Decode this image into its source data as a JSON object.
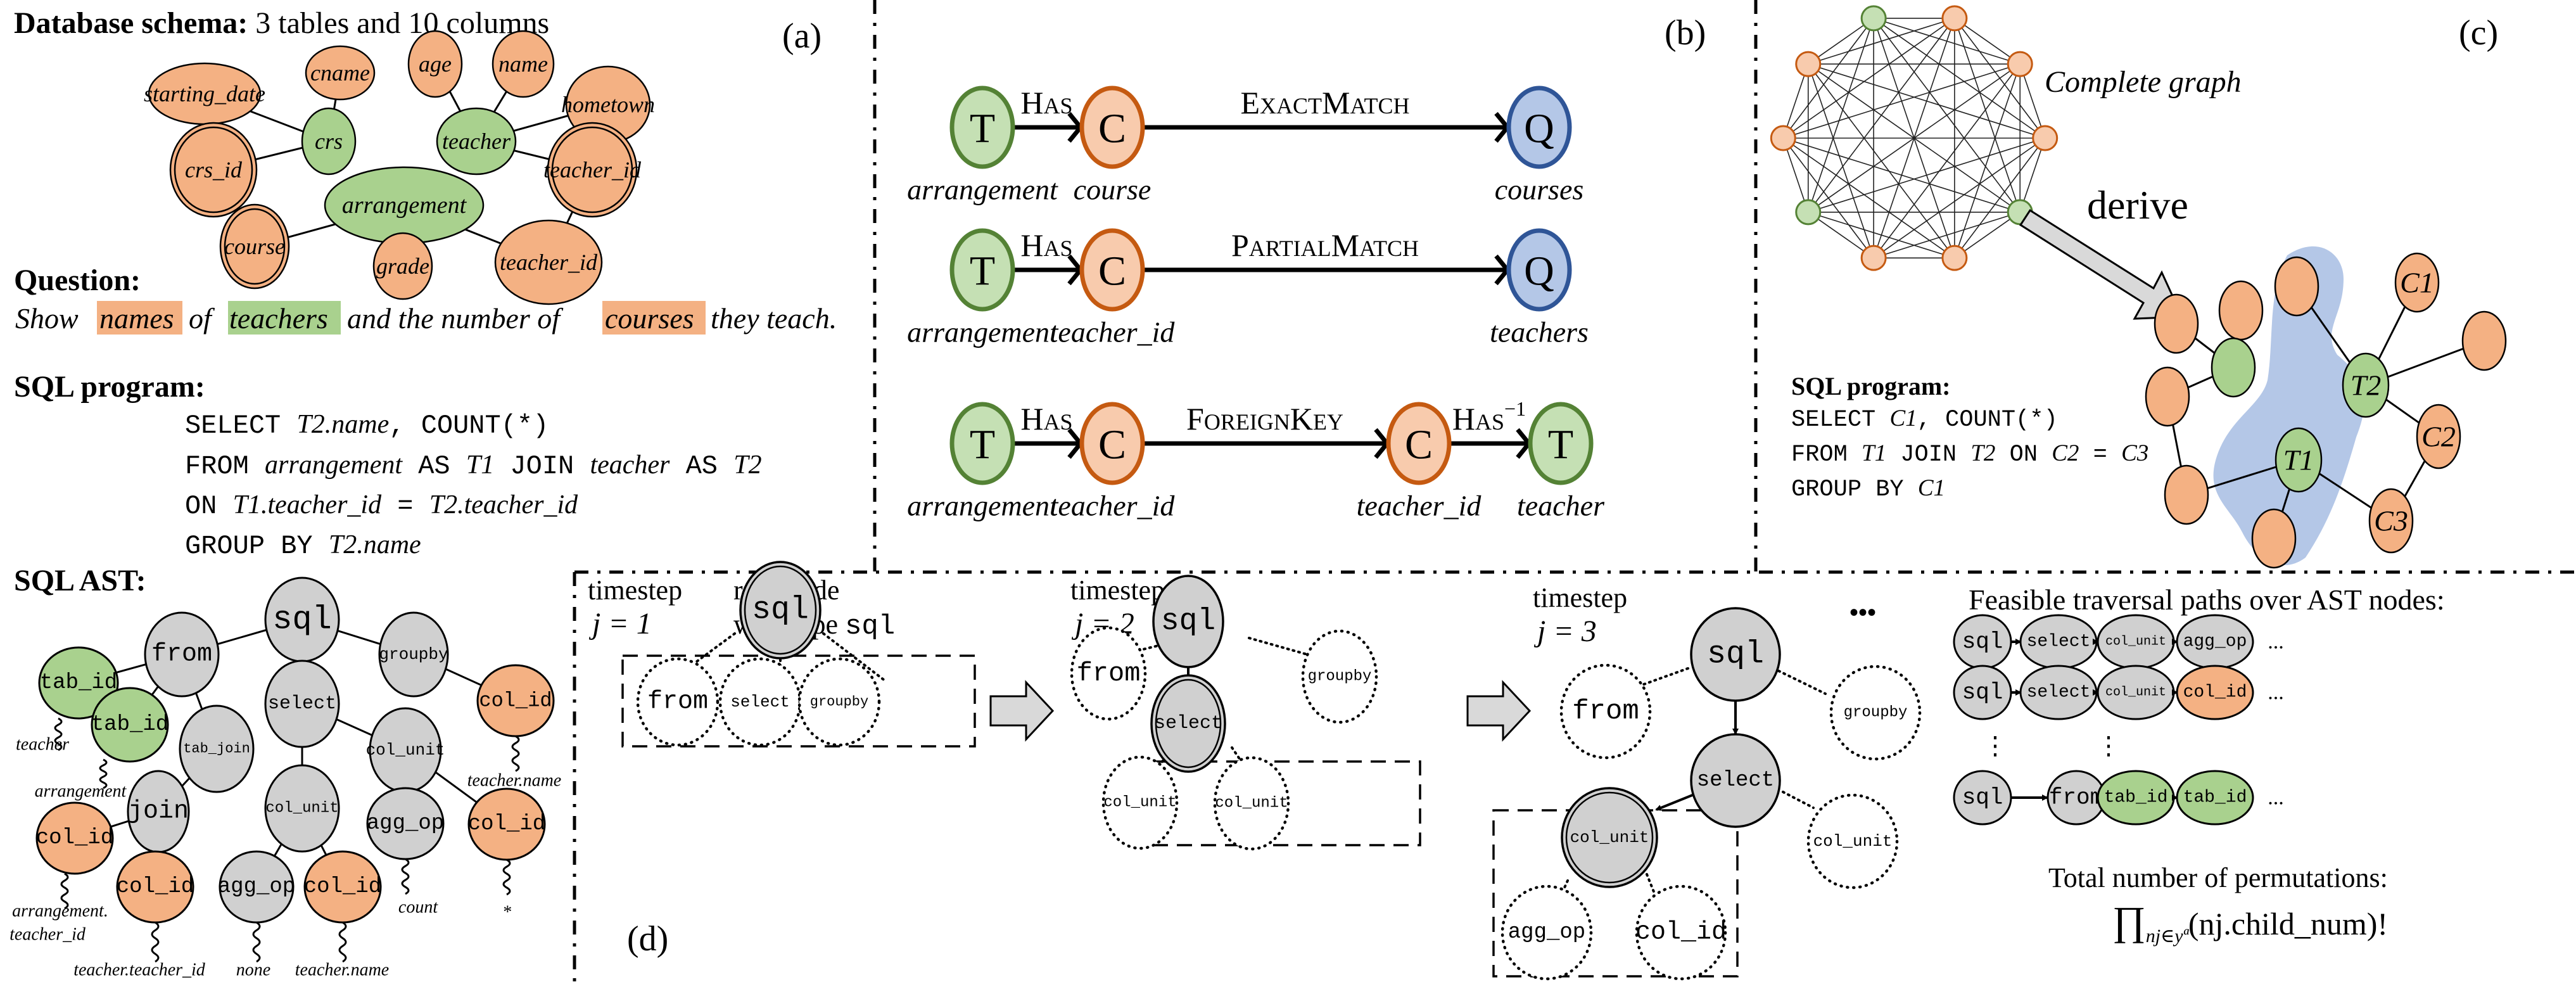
{
  "colors": {
    "column_fill": "#f4b183",
    "table_fill": "#a9d18e",
    "question_fill": "#b4c7e7",
    "ast_fill": "#d0d0d0",
    "t_stroke": "#548235",
    "c_stroke": "#c55a11",
    "q_stroke": "#2f5597",
    "t_light": "#c5e0b4",
    "c_light": "#f8cbad",
    "highlight_blue": "#b4c7e7"
  },
  "panel_a": {
    "label": "(a)",
    "schema_title_bold": "Database schema:",
    "schema_title_rest": " 3 tables and 10 columns",
    "schema_nodes": {
      "starting_date": "starting_date",
      "cname": "cname",
      "crs": "crs",
      "age": "age",
      "name": "name",
      "hometown": "hometown",
      "teacher": "teacher",
      "crs_id": "crs_id",
      "teacher_id_pk": "teacher_id",
      "arrangement": "arrangement",
      "course": "course",
      "grade": "grade",
      "teacher_id_fk": "teacher_id"
    },
    "question_title": "Question:",
    "question": {
      "w1": "Show",
      "h1": "names",
      "w2": "of",
      "h2": "teachers",
      "w3": "and the number of",
      "h3": "courses",
      "w4": "they teach."
    },
    "sql_title": "SQL program:",
    "sql": {
      "l1_kw1": "SELECT ",
      "l1_it1": "T2.name",
      "l1_kw2": ", COUNT(*)",
      "l2_kw1": "FROM ",
      "l2_it1": "arrangement",
      "l2_kw2": " AS ",
      "l2_it2": "T1",
      "l2_kw3": " JOIN ",
      "l2_it3": "teacher",
      "l2_kw4": " AS ",
      "l2_it4": "T2",
      "l3_kw1": "ON ",
      "l3_it1": "T1.teacher_id",
      "l3_kw2": " = ",
      "l3_it2": "T2.teacher_id",
      "l4_kw1": "GROUP BY ",
      "l4_it1": "T2.name"
    },
    "ast_title": "SQL AST:",
    "ast_nodes": {
      "sql": "sql",
      "from": "from",
      "groupby": "groupby",
      "tab_id_1": "tab_id",
      "tab_id_2": "tab_id",
      "tab_join": "tab_join",
      "select": "select",
      "col_unit_r": "col_unit",
      "col_id_g": "col_id",
      "join": "join",
      "col_unit_m": "col_unit",
      "agg_op_r": "agg_op",
      "col_id_r": "col_id",
      "col_id_j1": "col_id",
      "col_id_j2": "col_id",
      "agg_op_m": "agg_op",
      "col_id_m": "col_id"
    },
    "ast_values": {
      "teacher": "teacher",
      "arrangement": "arrangement",
      "arr_teacher_id_1": "arrangement.",
      "arr_teacher_id_2": "teacher_id",
      "teacher_teacher_id": "teacher.teacher_id",
      "none": "none",
      "teacher_name_m": "teacher.name",
      "count": "count",
      "star": "*",
      "teacher_name_g": "teacher.name"
    }
  },
  "panel_b": {
    "label": "(b)",
    "rows": [
      {
        "nodes": [
          {
            "letter": "T",
            "kind": "table",
            "caption": "arrangement"
          },
          {
            "letter": "C",
            "kind": "column",
            "caption": "course"
          },
          {
            "letter": "Q",
            "kind": "question",
            "caption": "courses"
          }
        ],
        "edges": [
          {
            "big": "H",
            "small": "AS",
            "sup": ""
          },
          {
            "big": "E",
            "small": "XACT",
            "big2": "M",
            "small2": "ATCH",
            "sup": ""
          }
        ]
      },
      {
        "nodes": [
          {
            "letter": "T",
            "kind": "table",
            "caption": "arrangement"
          },
          {
            "letter": "C",
            "kind": "column",
            "caption": "teacher_id"
          },
          {
            "letter": "Q",
            "kind": "question",
            "caption": "teachers"
          }
        ],
        "edges": [
          {
            "big": "H",
            "small": "AS",
            "sup": ""
          },
          {
            "big": "P",
            "small": "ARTIAL",
            "big2": "M",
            "small2": "ATCH",
            "sup": ""
          }
        ]
      },
      {
        "nodes": [
          {
            "letter": "T",
            "kind": "table",
            "caption": "arrangement"
          },
          {
            "letter": "C",
            "kind": "column",
            "caption": "teacher_id"
          },
          {
            "letter": "C",
            "kind": "column",
            "caption": "teacher_id"
          },
          {
            "letter": "T",
            "kind": "table",
            "caption": "teacher"
          }
        ],
        "edges": [
          {
            "big": "H",
            "small": "AS",
            "sup": ""
          },
          {
            "big": "F",
            "small": "OREIGN",
            "big2": "K",
            "small2": "EY",
            "sup": ""
          },
          {
            "big": "H",
            "small": "AS",
            "sup": "−1"
          }
        ]
      }
    ]
  },
  "panel_c": {
    "label": "(c)",
    "complete_graph_label": "Complete graph",
    "derive_label": "derive",
    "sql_title": "SQL program:",
    "sql": {
      "l1_kw1": "SELECT ",
      "l1_it1": "C1",
      "l1_kw2": ", COUNT(*)",
      "l2_kw1": "FROM ",
      "l2_it1": "T1",
      "l2_kw2": " JOIN ",
      "l2_it2": "T2",
      "l2_kw3": " ON ",
      "l2_it3": "C2",
      "l2_kw4": " = ",
      "l2_it4": "C3",
      "l3_kw1": "GROUP BY ",
      "l3_it1": "C1"
    },
    "subgraph_nodes": {
      "T1": "T1",
      "T2": "T2",
      "C1": "C1",
      "C2": "C2",
      "C3": "C3"
    }
  },
  "panel_d": {
    "label": "(d)",
    "step1": {
      "title": "timestep",
      "j": "j = 1",
      "root_note_1": "root node",
      "root_note_2": "with type ",
      "root_note_type": "sql",
      "root": "sql",
      "children": [
        "from",
        "select",
        "groupby"
      ]
    },
    "step2": {
      "title": "timestep",
      "j": "j = 2",
      "root": "sql",
      "from": "from",
      "groupby": "groupby",
      "current": "select",
      "children": [
        "col_unit",
        "col_unit"
      ]
    },
    "step3": {
      "title": "timestep",
      "j": "j = 3",
      "root": "sql",
      "from": "from",
      "groupby": "groupby",
      "select": "select",
      "sibling": "col_unit",
      "current": "col_unit",
      "children": [
        "agg_op",
        "col_id"
      ]
    },
    "ellipsis": "•••",
    "paths_title": "Feasible traversal paths over AST nodes:",
    "paths": [
      {
        "nodes": [
          {
            "t": "sql",
            "k": "ast"
          },
          {
            "t": "select",
            "k": "ast"
          },
          {
            "t": "col_unit",
            "k": "ast"
          },
          {
            "t": "agg_op",
            "k": "ast"
          }
        ],
        "tail": "..."
      },
      {
        "nodes": [
          {
            "t": "sql",
            "k": "ast"
          },
          {
            "t": "select",
            "k": "ast"
          },
          {
            "t": "col_unit",
            "k": "ast"
          },
          {
            "t": "col_id",
            "k": "column"
          }
        ],
        "tail": "..."
      },
      {
        "nodes": [
          {
            "t": "sql",
            "k": "ast"
          },
          {
            "t": "from",
            "k": "ast"
          },
          {
            "t": "tab_id",
            "k": "table"
          },
          {
            "t": "tab_id",
            "k": "table"
          }
        ],
        "tail": "..."
      }
    ],
    "vdots": "⋮",
    "perm_title": "Total number of permutations:",
    "perm_formula_prod": "∏",
    "perm_formula_sub": "nj∈yª",
    "perm_formula_body": "(nj.child_num)!"
  }
}
